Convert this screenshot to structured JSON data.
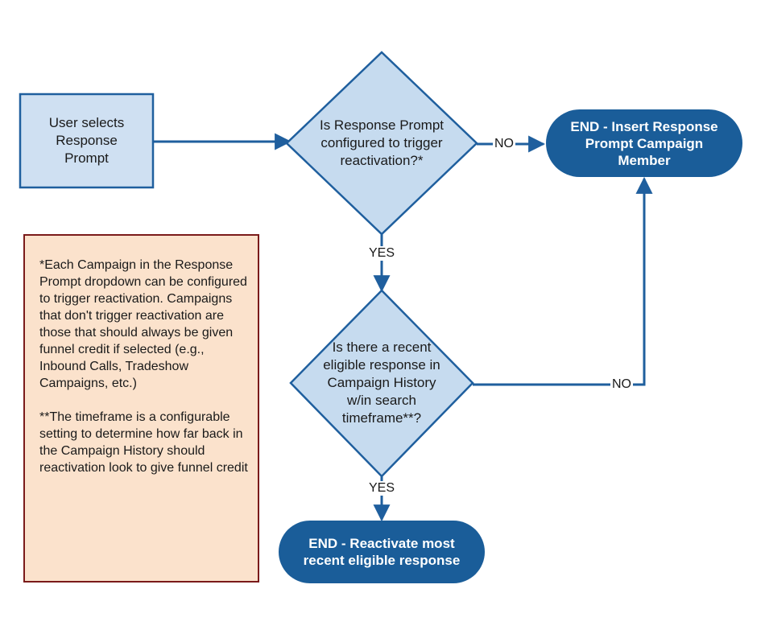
{
  "colors": {
    "process_fill": "#cfe0f2",
    "decision_fill": "#c6dbef",
    "shape_stroke": "#1f5f9e",
    "end_fill": "#1a5d99",
    "arrow": "#1f5f9e",
    "note_fill": "#fbe2cc",
    "note_border": "#7a1a1a"
  },
  "nodes": {
    "start": "User selects\nResponse\nPrompt",
    "decision1": "Is Response Prompt\nconfigured to trigger\nreactivation?*",
    "end_insert": "END - Insert Response\nPrompt Campaign\nMember",
    "decision2": "Is there a recent\neligible response in\nCampaign History\nw/in search\ntimeframe**?",
    "end_reactivate": "END - Reactivate most\nrecent eligible response"
  },
  "edges": {
    "d1_no": "NO",
    "d1_yes": "YES",
    "d2_no": "NO",
    "d2_yes": "YES"
  },
  "note": {
    "paragraph1": "*Each Campaign in the Response Prompt dropdown can be configured to trigger reactivation. Campaigns that don't trigger reactivation are those that should always be given funnel credit if selected (e.g., Inbound Calls, Tradeshow Campaigns, etc.)",
    "paragraph2": "**The timeframe is a configurable setting to determine how far back in the Campaign History should reactivation look to give funnel credit"
  }
}
